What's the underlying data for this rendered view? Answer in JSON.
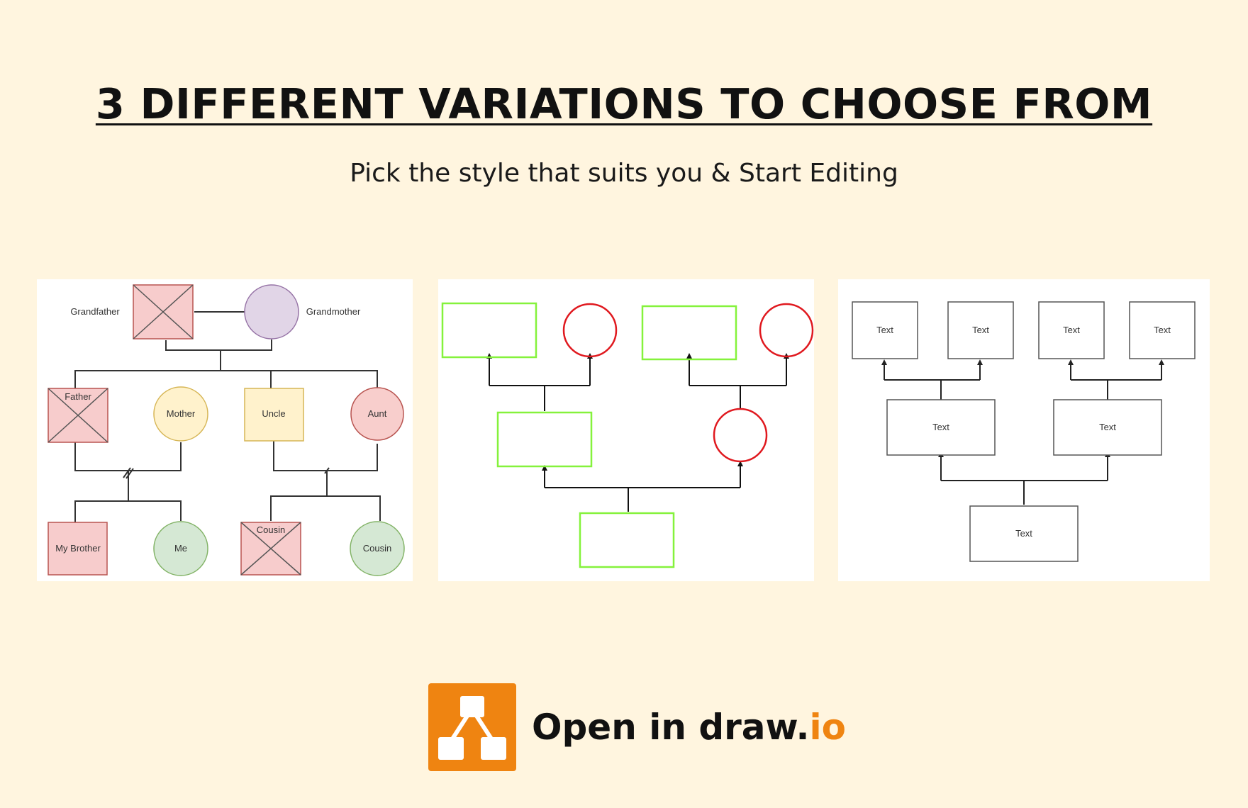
{
  "header": {
    "title": "3 DIFFERENT VARIATIONS TO CHOOSE FROM",
    "subtitle": "Pick the style that suits you & Start Editing"
  },
  "variation1": {
    "grandfather": "Grandfather",
    "grandmother": "Grandmother",
    "father": "Father",
    "mother": "Mother",
    "uncle": "Uncle",
    "aunt": "Aunt",
    "brother": "My Brother",
    "me": "Me",
    "cousin_left": "Cousin",
    "cousin_right": "Cousin"
  },
  "variation3": {
    "top_labels": [
      "Text",
      "Text",
      "Text",
      "Text"
    ],
    "mid_labels": [
      "Text",
      "Text"
    ],
    "bottom_label": "Text"
  },
  "cta": {
    "text_main": "Open in draw.",
    "text_accent": "io"
  },
  "colors": {
    "background": "#fff5df",
    "male_fill": "#f7cccc",
    "female_fill": "#e1d5e7",
    "mother_fill": "#fff2cc",
    "me_fill": "#d5e8d4",
    "green_outline": "#85f23c",
    "red_outline": "#e0191f",
    "drawio_orange": "#ef8411"
  }
}
